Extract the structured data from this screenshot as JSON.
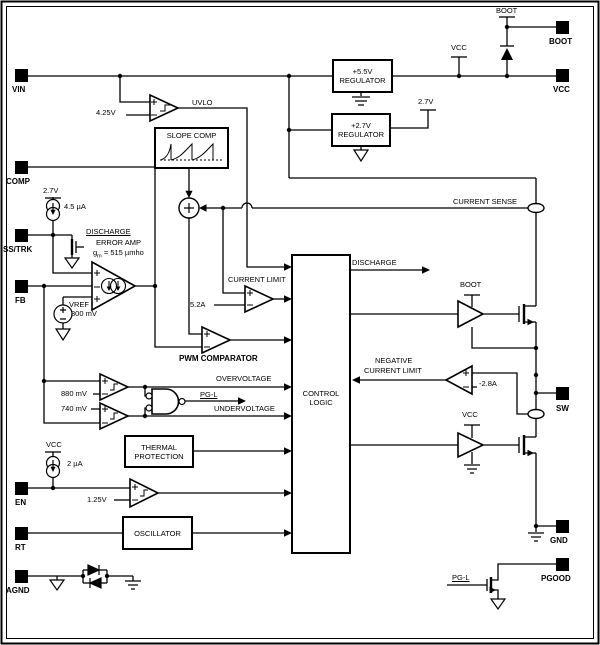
{
  "colors": {
    "ink": "#000000",
    "background": "#ffffff"
  },
  "pins": {
    "vin": "VIN",
    "comp": "COMP",
    "ss_trk": "SS/TRK",
    "fb": "FB",
    "en": "EN",
    "rt": "RT",
    "agnd": "AGND",
    "boot": "BOOT",
    "vcc": "VCC",
    "sw": "SW",
    "gnd": "GND",
    "pgood": "PGOOD"
  },
  "blocks": {
    "reg55_l1": "+5.5V",
    "reg55_l2": "REGULATOR",
    "reg27_l1": "+2.7V",
    "reg27_l2": "REGULATOR",
    "slope": "SLOPE COMP",
    "control_l1": "CONTROL",
    "control_l2": "LOGIC",
    "thermal_l1": "THERMAL",
    "thermal_l2": "PROTECTION",
    "osc": "OSCILLATOR"
  },
  "sig": {
    "uvlo": "UVLO",
    "current_sense": "CURRENT SENSE",
    "discharge": "DISCHARGE",
    "overvoltage": "OVERVOLTAGE",
    "undervoltage": "UNDERVOLTAGE",
    "pg_l": "PG-L",
    "negative": "NEGATIVE",
    "current_limit": "CURRENT LIMIT",
    "pwm_comparator": "PWM COMPARATOR",
    "error_amp": "ERROR AMP",
    "gm_g": "g",
    "gm_m": "m",
    "gm_rest": " = 515 µmho",
    "vref": "VREF"
  },
  "val": {
    "v4_25": "4.25V",
    "v2_7": "2.7V",
    "i4_5": "4.5 µA",
    "v800": "800 mV",
    "v880": "880 mV",
    "v740": "740 mV",
    "i2": "2 µA",
    "v1_25": "1.25V",
    "i5_2": "5.2A",
    "i_neg2_8": "-2.8A"
  },
  "net": {
    "vcc": "VCC",
    "boot": "BOOT"
  }
}
